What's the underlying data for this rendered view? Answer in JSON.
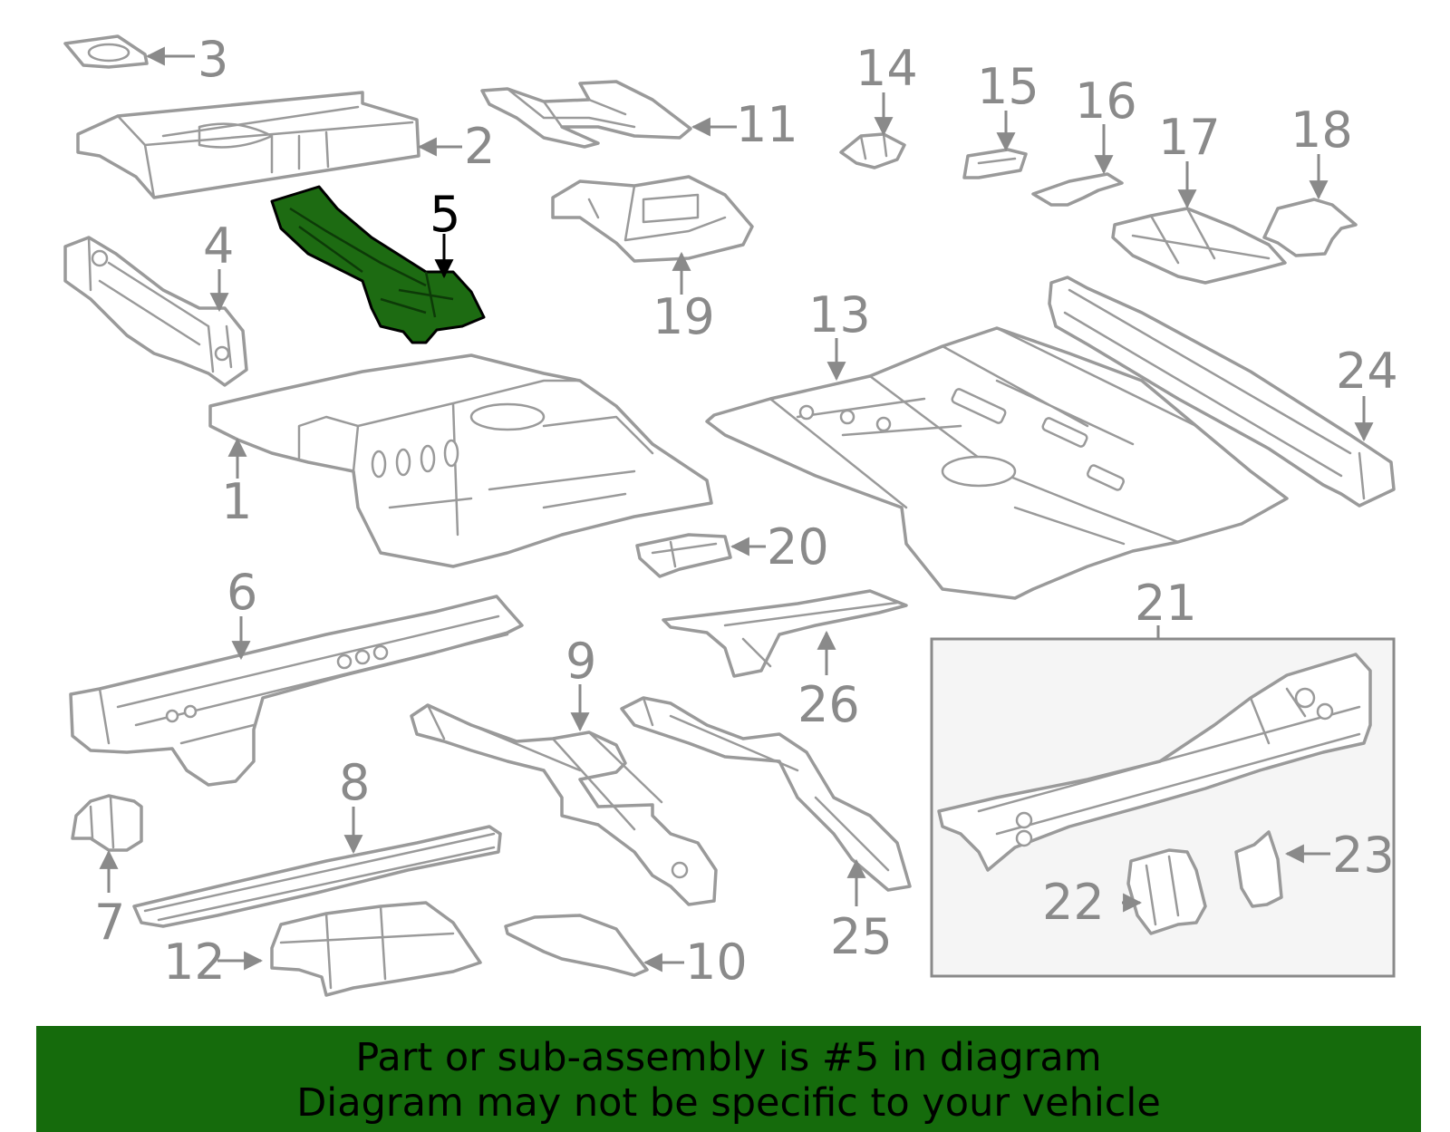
{
  "highlighted_part": "5",
  "callouts": [
    "1",
    "2",
    "3",
    "4",
    "5",
    "6",
    "7",
    "8",
    "9",
    "10",
    "11",
    "12",
    "13",
    "14",
    "15",
    "16",
    "17",
    "18",
    "19",
    "20",
    "21",
    "22",
    "23",
    "24",
    "25",
    "26"
  ],
  "banner": {
    "line1": "Part or sub-assembly is #5 in diagram",
    "line2": "Diagram may not be specific to your vehicle",
    "background": "#156b0c"
  },
  "colors": {
    "highlight_fill": "#1d6b12",
    "part_outline": "#9a9a9a",
    "label_gray": "#8a8a8a"
  }
}
